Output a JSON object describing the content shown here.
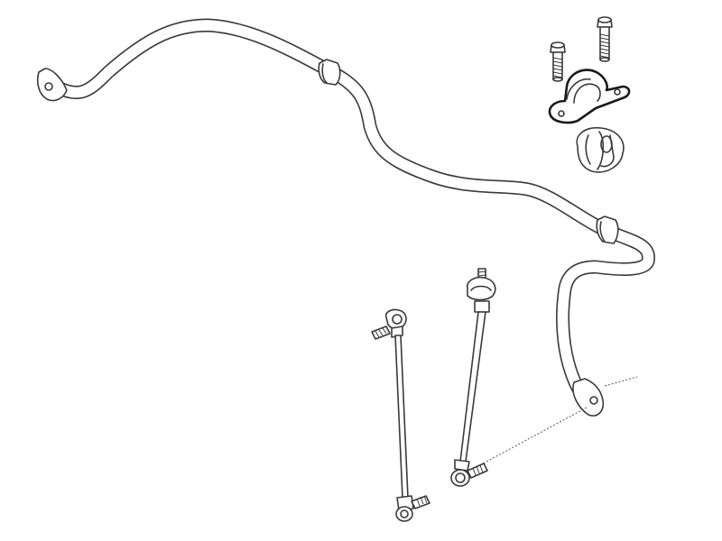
{
  "diagram": {
    "parts": [
      "stabilizer-bar",
      "stabilizer-bar-bushing",
      "bushing-clamp-bracket",
      "bracket-bolt",
      "bracket-bolt",
      "stabilizer-link-left",
      "stabilizer-link-right"
    ],
    "colors": {
      "line": "#3a3a3a",
      "highlight": "#1a1a1a",
      "background": "#ffffff"
    }
  }
}
